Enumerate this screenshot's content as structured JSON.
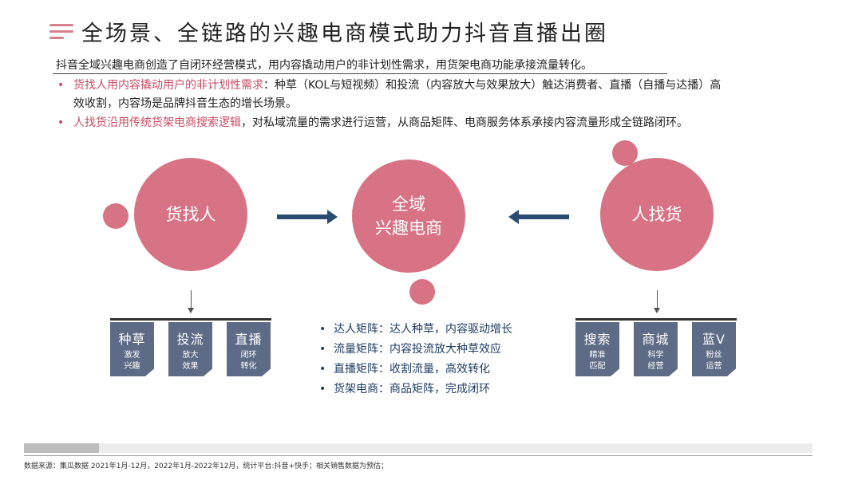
{
  "header": {
    "menu_icon": "menu-lines-icon",
    "title": "全场景、全链路的兴趣电商模式助力抖音直播出圈"
  },
  "intro": "抖音全域兴趣电商创造了自闭环经营模式，用内容撬动用户的非计划性需求，用货架电商功能承接流量转化。",
  "bullets": [
    {
      "highlight": "货找人用内容撬动用户的非计划性需求",
      "line1": "：种草（KOL与短视频）和投流（内容放大与效果放大）触达消费者、直播（自播与达播）高",
      "line2": "效收割，内容场是品牌抖音生态的增长场景。"
    },
    {
      "highlight": "人找货沿用传统货架电商搜索逻辑",
      "line1": "，对私域流量的需求进行运营，从商品矩阵、电商服务体系承接内容流量形成全链路闭环。"
    }
  ],
  "diagram": {
    "left_circle": "货找人",
    "center_circle_line1": "全域",
    "center_circle_line2": "兴趣电商",
    "right_circle": "人找货",
    "left_tags": [
      {
        "title": "种草",
        "sub1": "激发",
        "sub2": "兴趣"
      },
      {
        "title": "投流",
        "sub1": "放大",
        "sub2": "效果"
      },
      {
        "title": "直播",
        "sub1": "闭环",
        "sub2": "转化"
      }
    ],
    "right_tags": [
      {
        "title": "搜索",
        "sub1": "精准",
        "sub2": "匹配"
      },
      {
        "title": "商城",
        "sub1": "科学",
        "sub2": "经营"
      },
      {
        "title": "蓝V",
        "sub1": "粉丝",
        "sub2": "运营"
      }
    ],
    "center_list": [
      "达人矩阵：达人种草，内容驱动增长",
      "流量矩阵：内容投流放大种草效应",
      "直播矩阵：收割流量，高效转化",
      "货架电商：商品矩阵，完成闭环"
    ]
  },
  "footer": {
    "source": "数据来源：集瓜数据 2021年1月-12月，2022年1月-2022年12月，统计平台:抖音+快手；相关销售数据为预估；"
  },
  "colors": {
    "accent_pink": "#d77384",
    "highlight_red": "#c94a62",
    "navy": "#2b4c72",
    "tag_gray_blue": "#5d6b86"
  }
}
